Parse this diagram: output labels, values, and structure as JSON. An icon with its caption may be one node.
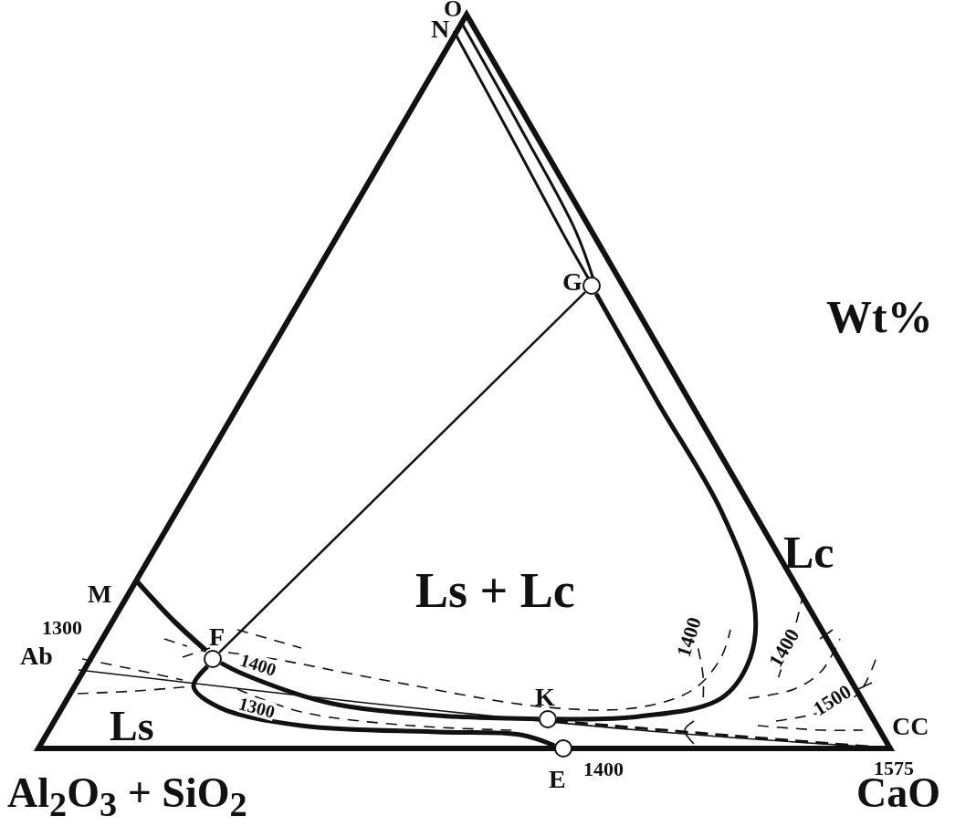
{
  "diagram": {
    "nodes": [
      {
        "text": [
          "F"
        ]
      },
      {
        "text": [
          "G"
        ]
      },
      {
        "text": [
          "K"
        ]
      },
      {
        "text": [
          "E"
        ],
        "beside": [
          "1400"
        ]
      }
    ],
    "edges": [
      {
        "from": 0,
        "to": 1,
        "arrow": "none"
      },
      {
        "from": 1,
        "to": 2,
        "arrow": "none"
      },
      {
        "from": 2,
        "to": 0,
        "arrow": "none"
      },
      {
        "from": 0,
        "to": 3,
        "arrow": "none"
      }
    ],
    "labels": [
      "O",
      "N",
      "Wt%",
      "Lc",
      "M",
      "Ls + Lc",
      "1300",
      "Ab",
      "1400",
      "1400",
      "1400",
      "1500",
      "1300",
      "Ls",
      "CC",
      "1575",
      "Al$_{2}$O$_{3}$ + SiO$_{2}$",
      "CaO"
    ]
  }
}
